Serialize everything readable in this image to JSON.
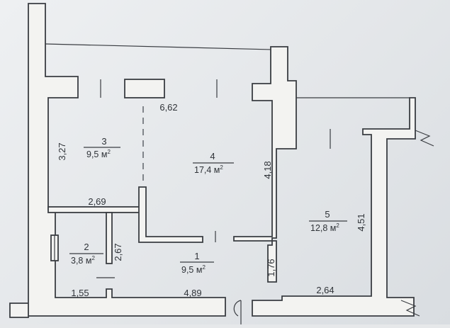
{
  "rooms": [
    {
      "id": "1",
      "number": "1",
      "area_value": "9,5 м",
      "area_unit_sup": "2"
    },
    {
      "id": "2",
      "number": "2",
      "area_value": "3,8 м",
      "area_unit_sup": "2"
    },
    {
      "id": "3",
      "number": "3",
      "area_value": "9,5 м",
      "area_unit_sup": "2"
    },
    {
      "id": "4",
      "number": "4",
      "area_value": "17,4 м",
      "area_unit_sup": "2"
    },
    {
      "id": "5",
      "number": "5",
      "area_value": "12,8 м",
      "area_unit_sup": "2"
    }
  ],
  "dimensions": {
    "d_662": "6,62",
    "d_327": "3,27",
    "d_269": "2,69",
    "d_267": "2,67",
    "d_418": "4,18",
    "d_176": "1,76",
    "d_451": "4,51",
    "d_155": "1,55",
    "d_489": "4,89",
    "d_264": "2,64"
  },
  "colors": {
    "wall_fill": "#f3f3f1",
    "line": "#3a3d42",
    "text": "#2f3338"
  }
}
